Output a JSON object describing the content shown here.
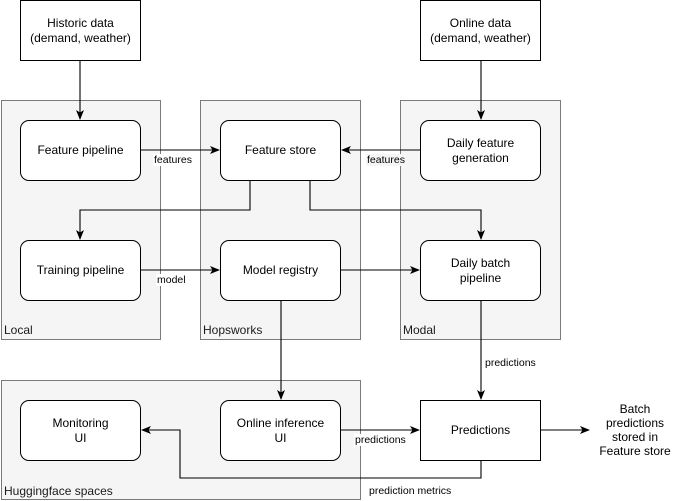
{
  "groups": {
    "local": "Local",
    "hopsworks": "Hopsworks",
    "modal": "Modal",
    "huggingface": "Huggingface spaces"
  },
  "nodes": {
    "historic_data": "Historic data\n(demand, weather)",
    "online_data": "Online data\n(demand, weather)",
    "feature_pipeline": "Feature pipeline",
    "feature_store": "Feature store",
    "daily_feature_generation": "Daily feature\ngeneration",
    "training_pipeline": "Training pipeline",
    "model_registry": "Model registry",
    "daily_batch_pipeline": "Daily batch\npipeline",
    "monitoring_ui": "Monitoring\nUI",
    "online_inference_ui": "Online inference\nUI",
    "predictions": "Predictions"
  },
  "edge_labels": {
    "features_left": "features",
    "features_right": "features",
    "model": "model",
    "predictions_down": "predictions",
    "predictions_across": "predictions",
    "prediction_metrics": "prediction metrics"
  },
  "output_text": "Batch\npredictions\nstored in\nFeature store"
}
